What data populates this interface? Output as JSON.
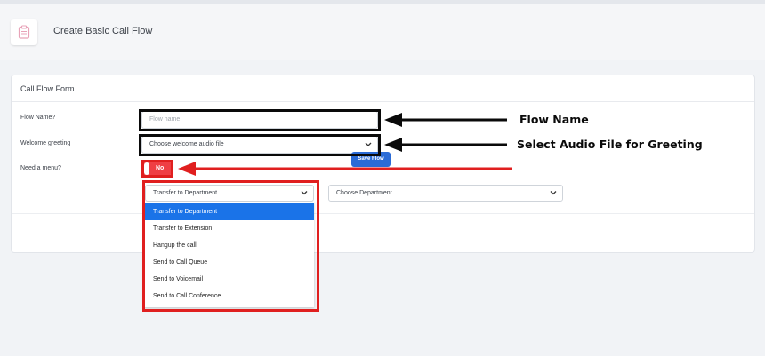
{
  "header": {
    "title": "Create Basic Call Flow",
    "icon": "clipboard-icon"
  },
  "card": {
    "title": "Call Flow Form"
  },
  "form": {
    "flow_name": {
      "label": "Flow Name?",
      "placeholder": "Flow name",
      "value": ""
    },
    "welcome_greeting": {
      "label": "Welcome greeting",
      "value": "Choose welcome audio file"
    },
    "need_menu": {
      "label": "Need a menu?",
      "toggle_text": "No",
      "state": "off"
    },
    "action_select": {
      "value": "Transfer to Department"
    },
    "department_select": {
      "value": "Choose Department"
    },
    "save_label": "Save Flow"
  },
  "dropdown": {
    "options": [
      "Transfer to Department",
      "Transfer to Extension",
      "Hangup the call",
      "Send to Call Queue",
      "Send to Voicemail",
      "Send to Call Conference"
    ],
    "selected": "Transfer to Department"
  },
  "annotations": {
    "flow_name": "Flow Name",
    "audio_file": "Select Audio File for Greeting"
  },
  "colors": {
    "accent": "#2b6bd6",
    "selected_option": "#1a73e8",
    "toggle_off": "#ef3e44",
    "annotation_black": "#0a0a0a",
    "annotation_red": "#e01f1f"
  }
}
